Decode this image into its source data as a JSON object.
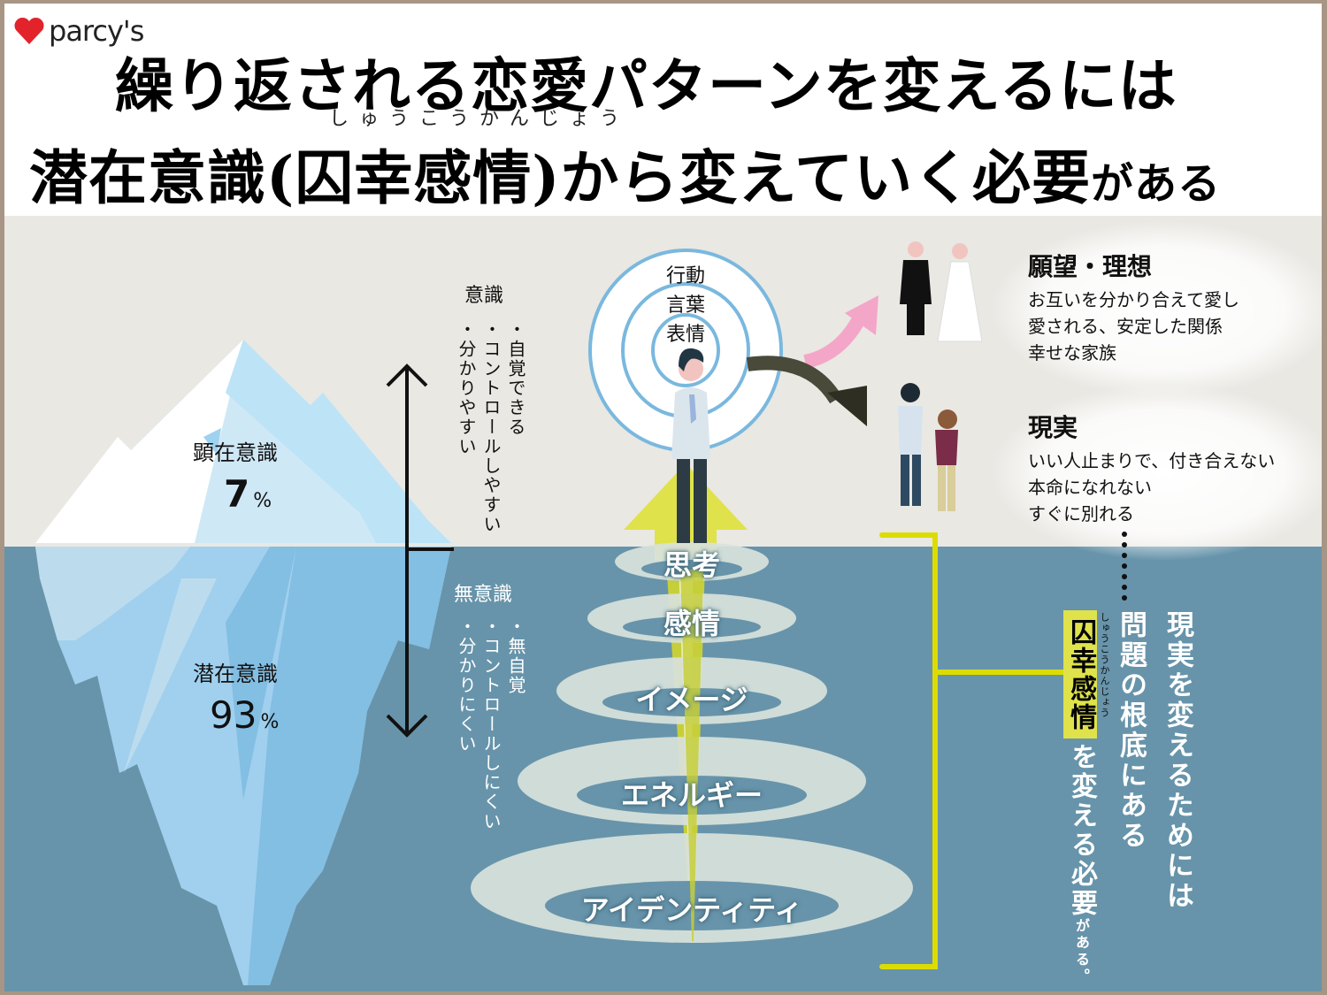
{
  "brand": {
    "name": "parcy's",
    "heart_color": "#e2232b"
  },
  "header": {
    "title_line1": "繰り返される恋愛パターンを変えるには",
    "title_line2_main": "潜在意識(囚幸感情)から変えていく必要",
    "title_line2_small": "がある",
    "ruby": "しゅうこうかんじょう"
  },
  "iceberg": {
    "top_label": "顕在意識",
    "top_value": "7",
    "top_unit": "%",
    "bottom_label": "潜在意識",
    "bottom_value": "93",
    "bottom_unit": "%"
  },
  "conscious": {
    "title": "意識",
    "items": [
      "・自覚できる",
      "・コントロールしやすい",
      "・分かりやすい"
    ]
  },
  "unconscious": {
    "title": "無意識",
    "items": [
      "・無自覚",
      "・コントロールしにくい",
      "・分かりにくい"
    ]
  },
  "outer_rings": {
    "labels": [
      "行動",
      "言葉",
      "表情"
    ],
    "ring_color": "#7ab8de"
  },
  "inner_layers": [
    "思考",
    "感情",
    "イメージ",
    "エネルギー",
    "アイデンティティ"
  ],
  "ideal": {
    "title": "願望・理想",
    "lines": [
      "お互いを分かり合えて愛し",
      "愛される、安定した関係",
      "幸せな家族"
    ]
  },
  "reality": {
    "title": "現実",
    "lines": [
      "いい人止まりで、付き合えない",
      "本命になれない",
      "すぐに別れる"
    ]
  },
  "conclusion": {
    "col1": "現実を変えるためには",
    "col2": "問題の根底にある",
    "highlight": "囚幸感情",
    "highlight_ruby": "しゅうこうかんじょう",
    "col3": "を変える必要",
    "col3_small": "がある。"
  },
  "colors": {
    "sky": "#e9e8e3",
    "sea": "#6794aa",
    "accent_yellow": "#dfe24a",
    "bracket": "#dcdc00",
    "ellipse": "#d8e2dc",
    "pink_arrow": "#f4a6c8",
    "dark_arrow": "#3a3a2e",
    "border": "#a89585"
  }
}
